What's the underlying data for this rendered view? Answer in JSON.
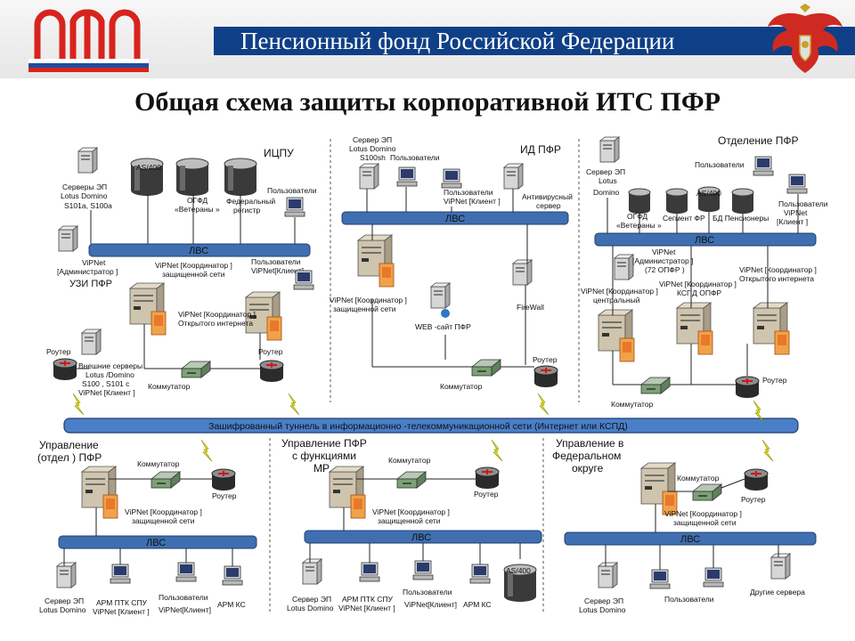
{
  "header": {
    "title": "Пенсионный фонд Российской Федерации",
    "page_title": "Общая схема защиты корпоративной ИТС ПФР",
    "colors": {
      "stripe": "#0f3f86",
      "lan": "#3f6fb0",
      "tunnel": "#4a7fc8",
      "router": "#d01818",
      "lightning": "#e8e400"
    }
  },
  "diagram": {
    "iscpu": {
      "title": "ИЦПУ",
      "servers_label": [
        "Серверы ЭП",
        "Lotus Domino",
        "S101a, S100a"
      ],
      "as400": "AS/400",
      "ogfd": [
        "ОГФД",
        "«Ветераны »"
      ],
      "fed_registry": [
        "Федеральный",
        "регистр"
      ],
      "users": "Пользователи",
      "lan": "ЛВС",
      "vipnet_admin": [
        "ViPNet",
        "[Администратор ]"
      ],
      "vipnet_coord_protected": [
        "ViPNet [Координатор ]",
        "защищенной сети"
      ],
      "users_client": [
        "Пользователи",
        "ViPNet[Клиент]"
      ],
      "uzi": "УЗИ ПФР",
      "vipnet_coord_open": [
        "ViPNet [Координатор ]",
        "Открытого интернета"
      ],
      "router_left": "Роутер",
      "router_right": "Роутер",
      "ext_servers": [
        "Внешние серверы",
        "Lotus /Domino",
        "S100 , S101 с",
        "ViPNet [Клиент ]"
      ],
      "switch": "Коммутатор"
    },
    "id_pfr": {
      "title": "ИД ПФР",
      "server_ep": [
        "Сервер ЭП",
        "Lotus Domino",
        "S100sh"
      ],
      "users": "Пользователи",
      "users_client": [
        "Пользователи",
        "ViPNet [Клиент ]"
      ],
      "antivirus": [
        "Антивирусный",
        "сервер"
      ],
      "lan": "ЛВС",
      "vipnet_coord": [
        "ViPNet [Координатор ]",
        "защищенной сети"
      ],
      "firewall": "FireWall",
      "web_site": "WEB -сайт ПФР",
      "router": "Роутер",
      "switch": "Коммутатор"
    },
    "otd_pfr": {
      "title": "Отделение ПФР",
      "server_ep": [
        "Сервер ЭП",
        "Lotus",
        "Domino"
      ],
      "users": "Пользователи",
      "users_client": [
        "Пользователи",
        "ViPNet",
        "[Клиент ]"
      ],
      "as400": "AS/400",
      "ogfd": [
        "ОГФД",
        "«Ветераны »"
      ],
      "segment_fr": "Сегмент ФР",
      "bd_pens": "БД Пенсионеры",
      "lan": "ЛВС",
      "vipnet_admin": [
        "ViPNet",
        "[Администратор ]",
        "(72 ОПФР )"
      ],
      "vipnet_coord_central": [
        "ViPNet [Координатор ]",
        "центральный"
      ],
      "vipnet_coord_kspd": [
        "ViPNet [Координатор ]",
        "КСПД ОПФР"
      ],
      "vipnet_coord_open": [
        "ViPNet [Координатор ]",
        "Открытого интернета"
      ],
      "switch": "Коммутатор",
      "router": "Роутер"
    },
    "tunnel": "Зашифрованный туннель в информационно -телекоммуникационной сети (Интернет или КСПД)",
    "upr1": {
      "title": [
        "Управление",
        "(отдел ) ПФР"
      ],
      "switch": "Коммутатор",
      "router": "Роутер",
      "vipnet_coord": [
        "ViPNet [Координатор ]",
        "защищенной сети"
      ],
      "lan": "ЛВС",
      "server_ep": [
        "Сервер ЭП",
        "Lotus Domino"
      ],
      "arm_ptk": [
        "АРМ ПТК СПУ",
        "ViPNet [Клиент ]"
      ],
      "users": [
        "Пользователи",
        "ViPNet[Клиент]"
      ],
      "arm_ks": "АРМ КС"
    },
    "upr2": {
      "title": [
        "Управление ПФР",
        "с функциями",
        "МР"
      ],
      "switch": "Коммутатор",
      "router": "Роутер",
      "vipnet_coord": [
        "ViPNet [Координатор ]",
        "защищенной сети"
      ],
      "lan": "ЛВС",
      "as400": "AS/400",
      "server_ep": [
        "Сервер ЭП",
        "Lotus Domino"
      ],
      "arm_ptk": [
        "АРМ ПТК СПУ",
        "ViPNet [Клиент ]"
      ],
      "users": [
        "Пользователи",
        "ViPNet[Клиент]"
      ],
      "arm_ks": "АРМ КС"
    },
    "upr3": {
      "title": [
        "Управление в",
        "Федеральном",
        "округе"
      ],
      "switch": "Коммутатор",
      "router": "Роутер",
      "vipnet_coord": [
        "ViPNet [Координатор ]",
        "защищенной сети"
      ],
      "lan": "ЛВС",
      "server_ep": [
        "Сервер ЭП",
        "Lotus Domino"
      ],
      "users": "Пользователи",
      "other_servers": "Другие сервера"
    }
  }
}
